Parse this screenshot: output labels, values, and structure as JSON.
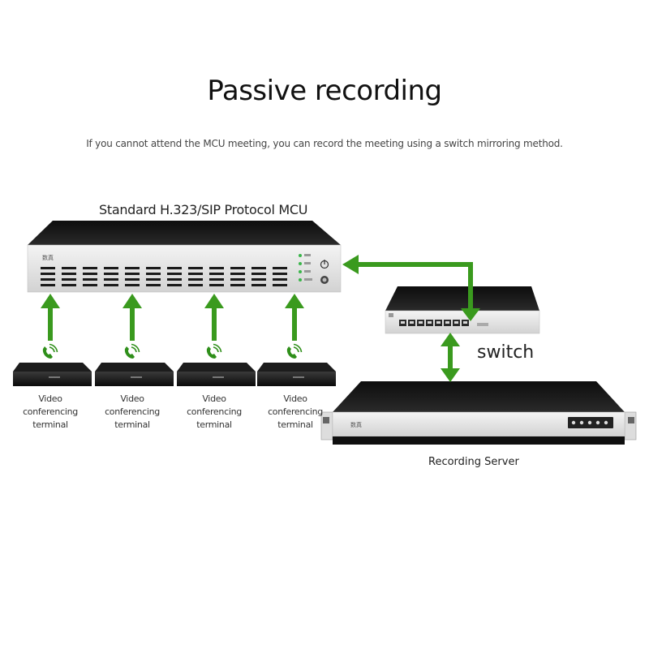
{
  "title": "Passive recording",
  "subtitle": "If you cannot attend the MCU meeting, you can record the meeting using a switch mirroring method.",
  "mcu": {
    "label": "Standard H.323/SIP Protocol MCU",
    "brand": "数真"
  },
  "switch": {
    "label": "switch"
  },
  "server": {
    "label": "Recording Server",
    "brand": "数真"
  },
  "terminals": [
    {
      "line1": "Video conferencing",
      "line2": "terminal"
    },
    {
      "line1": "Video conferencing",
      "line2": "terminal"
    },
    {
      "line1": "Video conferencing",
      "line2": "terminal"
    },
    {
      "line1": "Video conferencing",
      "line2": "terminal"
    }
  ],
  "colors": {
    "arrow": "#3a9a1e",
    "device_dark": "#111111",
    "device_face": "#e6e6e6"
  },
  "icons": {
    "terminal_call": "phone-wifi-icon"
  }
}
